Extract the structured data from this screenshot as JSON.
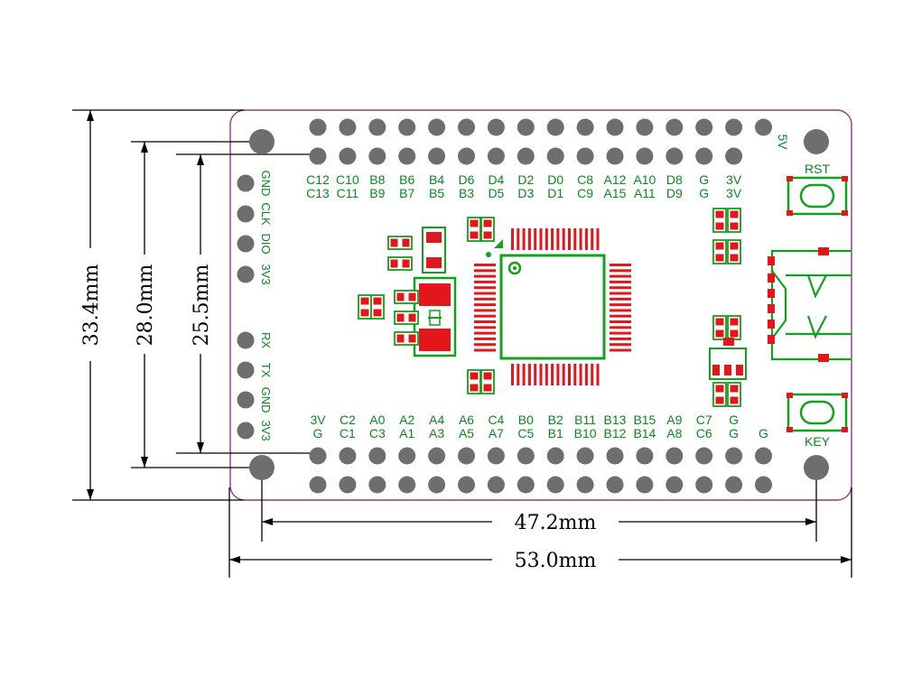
{
  "dimensions": {
    "height_outer": "33.4mm",
    "height_mid": "28.0mm",
    "height_inner": "25.5mm",
    "width_inner": "47.2mm",
    "width_outer": "53.0mm"
  },
  "top_labels_row1": [
    "C12",
    "C10",
    "B8",
    "B6",
    "B4",
    "D6",
    "D4",
    "D2",
    "D0",
    "C8",
    "A12",
    "A10",
    "D8",
    "G",
    "3V"
  ],
  "top_labels_row2": [
    "C13",
    "C11",
    "B9",
    "B7",
    "B5",
    "B3",
    "D5",
    "D3",
    "D1",
    "C9",
    "A15",
    "A11",
    "D9",
    "G",
    "3V"
  ],
  "bottom_labels_row1": [
    "3V",
    "C2",
    "A0",
    "A2",
    "A4",
    "A6",
    "C4",
    "B0",
    "B2",
    "B11",
    "B13",
    "B15",
    "A9",
    "C7",
    "G"
  ],
  "bottom_labels_row2": [
    "G",
    "C1",
    "C3",
    "A1",
    "A3",
    "A5",
    "A7",
    "C5",
    "B1",
    "B10",
    "B12",
    "B14",
    "A8",
    "C6",
    "G"
  ],
  "bottom_right_extra": "G",
  "left_labels": [
    "GND",
    "CLK",
    "DIO",
    "3V3",
    "RX",
    "TX",
    "GND",
    "3V3"
  ],
  "right_top_label": "5V",
  "buttons": {
    "reset": "RST",
    "key": "KEY"
  },
  "colors": {
    "silkscreen": "#0a8a1e",
    "pad": "#e3161b",
    "pin": "#6e6e6e",
    "outline": "#8a3a8a"
  }
}
